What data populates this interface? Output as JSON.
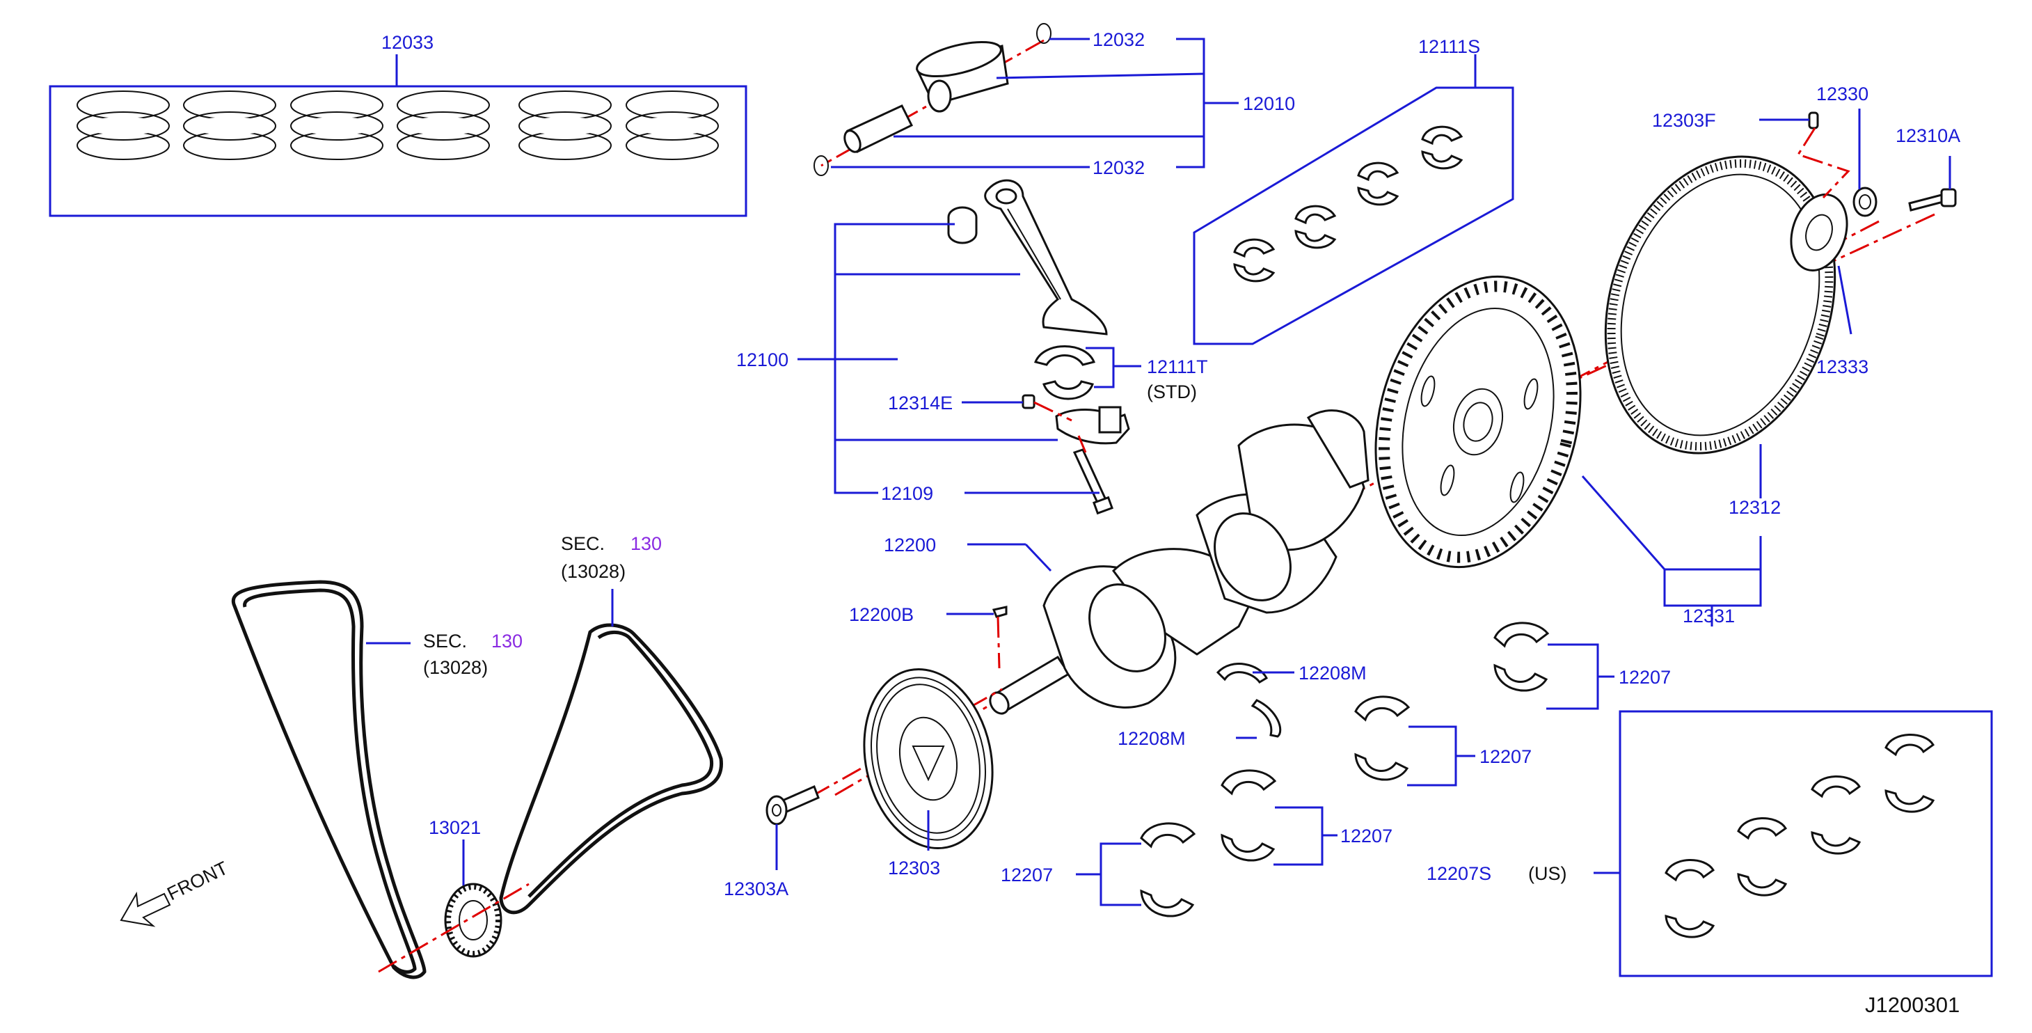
{
  "diagram_code": "J1200301",
  "parts": {
    "rings": "12033",
    "snap_ring_top": "12032",
    "piston": "12010",
    "snap_ring_bottom": "12032",
    "con_rod_assy": "12100",
    "con_rod_bearing": "12111T",
    "con_rod_bearing_note": "(STD)",
    "con_rod_bearing_us": "12111S",
    "us_note": "(US)",
    "con_rod_nut": "12314E",
    "con_rod_bolt": "12109",
    "crankshaft": "12200",
    "crank_key": "12200B",
    "thrust_washer_upper": "12208M",
    "thrust_washer_lower": "12208M",
    "main_bearing_1": "12207",
    "main_bearing_2": "12207",
    "main_bearing_3": "12207",
    "main_bearing_4": "12207",
    "main_bearing_us": "12207S",
    "main_bearing_us_note": "(US)",
    "pulley": "12303",
    "pulley_bolt": "12303A",
    "sprocket": "13021",
    "flywheel_drive_plate": "12331",
    "ring_gear": "12312",
    "reinforcement_plate": "12333",
    "pilot_bushing": "12330",
    "dowel": "12303F",
    "flywheel_bolt": "12310A"
  },
  "sec_refs": [
    {
      "prefix": "SEC.",
      "num": "130",
      "code": "(13028)"
    },
    {
      "prefix": "SEC.",
      "num": "130",
      "code": "(13028)"
    }
  ],
  "front_label": "FRONT",
  "colors": {
    "label": "#1a1ad6",
    "sec_num": "#8a2be2",
    "centerline": "#e00000",
    "line": "#111111"
  }
}
